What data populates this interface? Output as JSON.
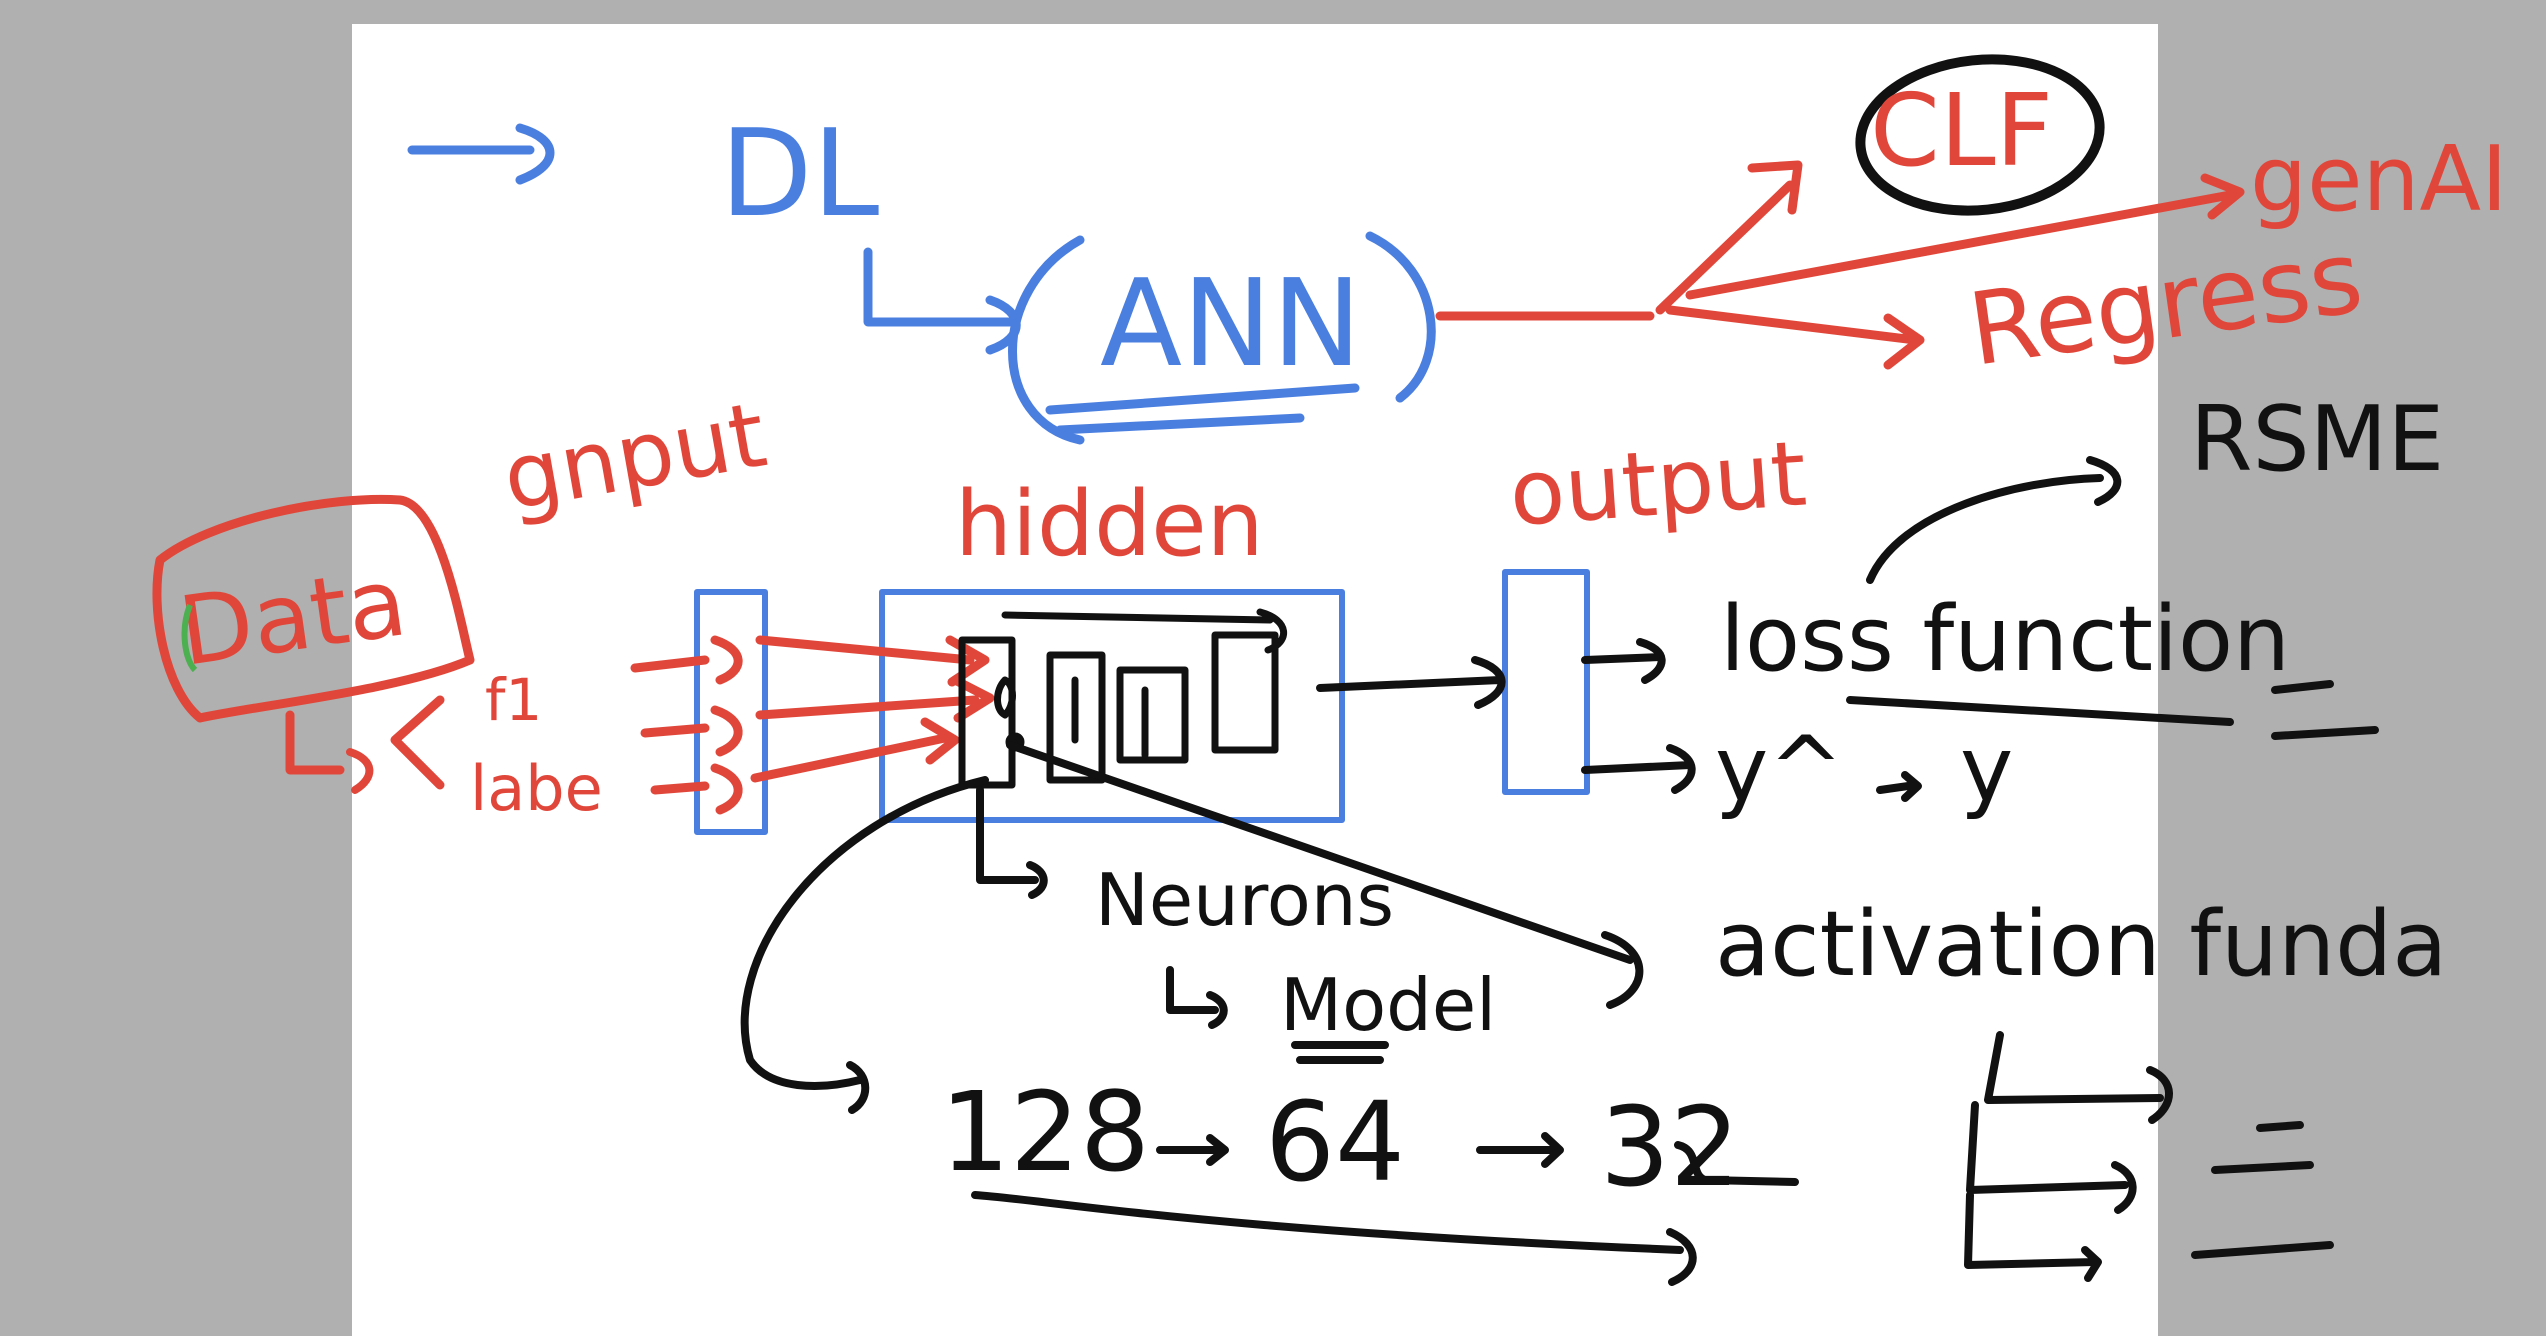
{
  "colors": {
    "background": "#b0b0b0",
    "page": "#ffffff",
    "blue": "#4a7fe0",
    "red": "#e0473a",
    "black": "#111111",
    "green": "#4caf50"
  },
  "labels": {
    "dl": "DL",
    "ann": "ANN",
    "clf": "CLF",
    "regress": "Regress",
    "genai": "genAI",
    "rsme": "RSME",
    "input": "gnput",
    "hidden": "hidden",
    "output": "output",
    "data": "Data",
    "f1": "f1",
    "label": "labe",
    "loss_function": "loss function",
    "y_hat": "y^",
    "y_true": "y",
    "neurons": "Neurons",
    "model": "Model",
    "activation": "activation funda",
    "seq_128": "128",
    "seq_64": "64",
    "seq_32": "32"
  }
}
